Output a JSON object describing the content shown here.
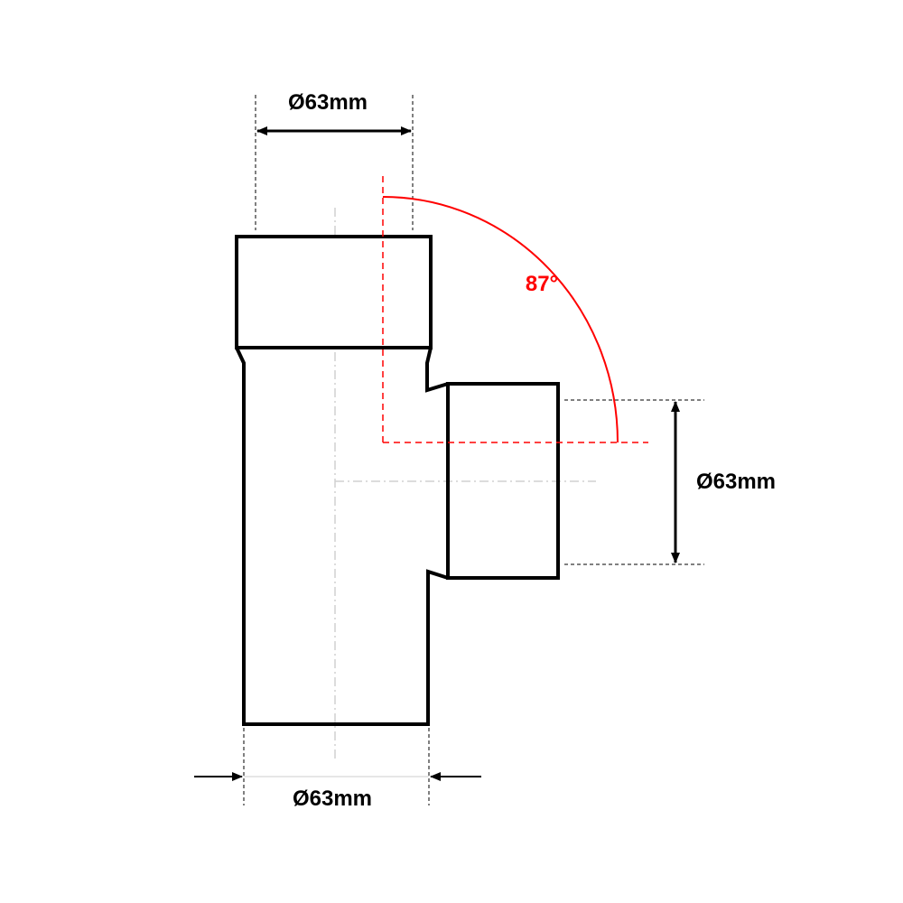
{
  "dimensions": {
    "top_diameter": "Ø63mm",
    "side_diameter": "Ø63mm",
    "bottom_diameter": "Ø63mm",
    "angle": "87°"
  },
  "colors": {
    "outline": "#000000",
    "angle": "#ff0000",
    "centerline": "#cccccc"
  }
}
